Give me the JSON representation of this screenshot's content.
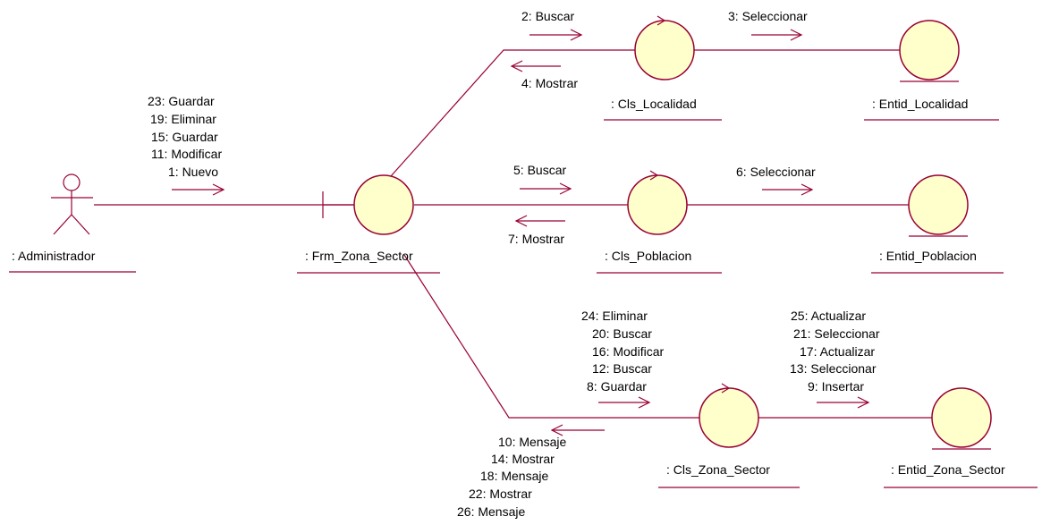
{
  "actor": {
    "name": ": Administrador"
  },
  "objects": {
    "frm_zona_sector": ": Frm_Zona_Sector",
    "cls_localidad": ": Cls_Localidad",
    "entid_localidad": ": Entid_Localidad",
    "cls_poblacion": ": Cls_Poblacion",
    "entid_poblacion": ": Entid_Poblacion",
    "cls_zona_sector": ": Cls_Zona_Sector",
    "entid_zona_sector": ": Entid_Zona_Sector"
  },
  "messages": {
    "admin_to_frm": [
      "23: Guardar",
      "19: Eliminar",
      "15: Guardar",
      "11: Modificar",
      "1: Nuevo"
    ],
    "frm_to_cls_localidad": [
      "2: Buscar"
    ],
    "cls_localidad_to_frm": [
      "4: Mostrar"
    ],
    "cls_localidad_to_entid": [
      "3: Seleccionar"
    ],
    "frm_to_cls_poblacion": [
      "5: Buscar"
    ],
    "cls_poblacion_to_frm": [
      "7: Mostrar"
    ],
    "cls_poblacion_to_entid": [
      "6: Seleccionar"
    ],
    "frm_to_cls_zona": [
      "24: Eliminar",
      "20: Buscar",
      "16: Modificar",
      "12: Buscar",
      "8: Guardar"
    ],
    "cls_zona_to_entid": [
      "25: Actualizar",
      "21: Seleccionar",
      "17: Actualizar",
      "13: Seleccionar",
      "9: Insertar"
    ],
    "cls_zona_to_frm": [
      "10: Mensaje",
      "14: Mostrar",
      "18: Mensaje",
      "22: Mostrar",
      "26: Mensaje"
    ]
  },
  "colors": {
    "line": "#990033",
    "object_fill": "#ffffcc",
    "text": "#000000"
  }
}
